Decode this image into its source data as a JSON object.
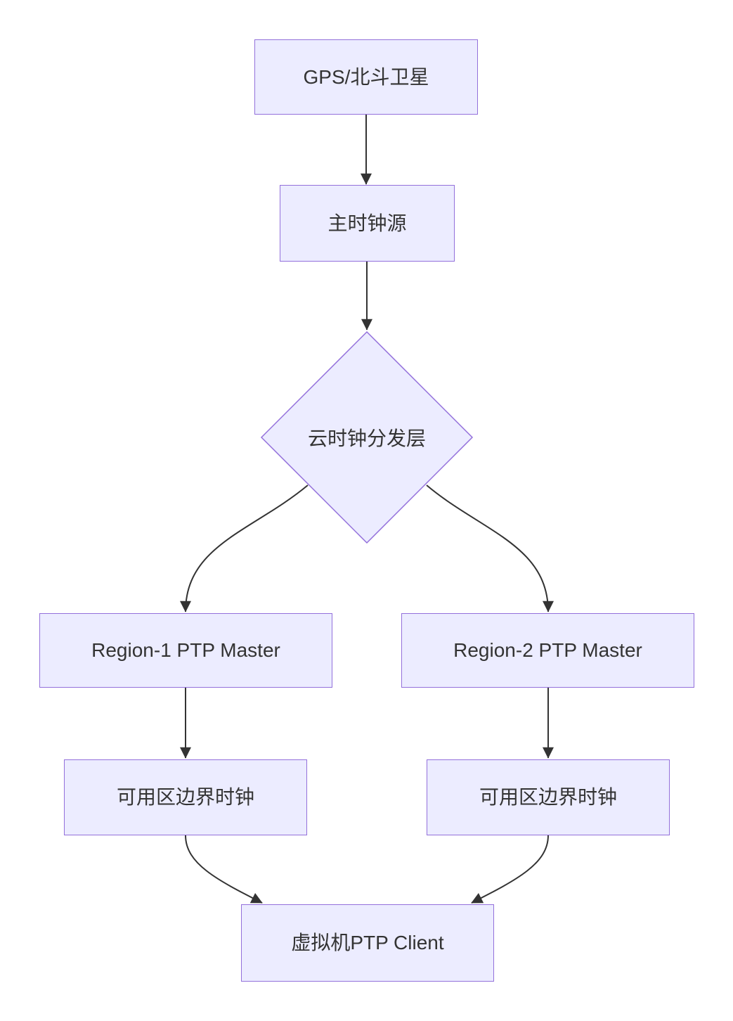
{
  "diagram": {
    "type": "flowchart-top-down",
    "colors": {
      "background": "#ffffff",
      "node_fill": "#ECECFF",
      "node_border": "#9370DB",
      "edge_color": "#333333",
      "text_color": "#333333"
    },
    "nodes": {
      "gps": {
        "label": "GPS/北斗卫星",
        "shape": "rect"
      },
      "master": {
        "label": "主时钟源",
        "shape": "rect"
      },
      "distribution": {
        "label": "云时钟分发层",
        "shape": "diamond"
      },
      "region1": {
        "label": "Region-1 PTP Master",
        "shape": "rect"
      },
      "region2": {
        "label": "Region-2 PTP Master",
        "shape": "rect"
      },
      "az1": {
        "label": "可用区边界时钟",
        "shape": "rect"
      },
      "az2": {
        "label": "可用区边界时钟",
        "shape": "rect"
      },
      "vm": {
        "label": "虚拟机PTP Client",
        "shape": "rect"
      }
    },
    "edges": [
      {
        "from": "gps",
        "to": "master",
        "style": "arrow"
      },
      {
        "from": "master",
        "to": "distribution",
        "style": "arrow"
      },
      {
        "from": "distribution",
        "to": "region1",
        "style": "arrow"
      },
      {
        "from": "distribution",
        "to": "region2",
        "style": "arrow"
      },
      {
        "from": "region1",
        "to": "az1",
        "style": "arrow"
      },
      {
        "from": "region2",
        "to": "az2",
        "style": "arrow"
      },
      {
        "from": "az1",
        "to": "vm",
        "style": "arrow"
      },
      {
        "from": "az2",
        "to": "vm",
        "style": "arrow"
      }
    ]
  }
}
